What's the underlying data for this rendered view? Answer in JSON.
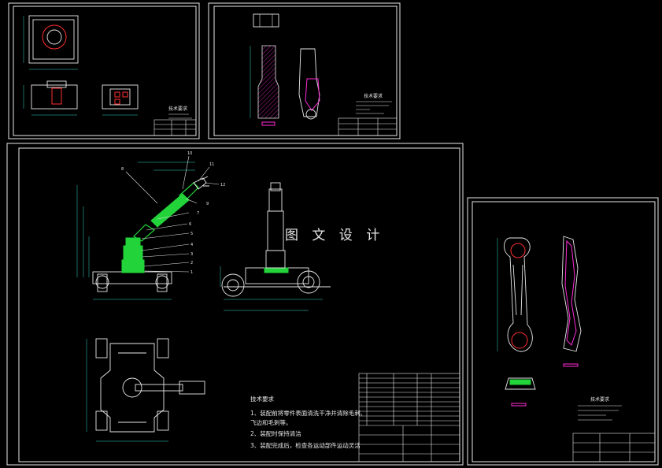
{
  "watermark": "图 文 设 计",
  "assembly": {
    "requirements_title": "技术要求",
    "requirements": [
      "1、装配前将零件表面清洗干净并清除毛刺、",
      "   飞边和毛刺等。",
      "2、装配时保持清洁",
      "3、装配完成后，检查各运动部件运动灵活"
    ],
    "balloons": [
      "1",
      "2",
      "3",
      "4",
      "5",
      "6",
      "7",
      "8",
      "9",
      "10",
      "11",
      "12"
    ]
  },
  "sheet_top_left": {
    "note_title": "技术要求"
  },
  "sheet_top_mid": {
    "note_title": "技术要求"
  },
  "sheet_right": {
    "note_title": "技术要求"
  },
  "colors": {
    "background": "#000000",
    "outline": "#e8e8e8",
    "highlight": "#22d33a",
    "dimension": "#35d6c8",
    "section": "#ff2bd6"
  }
}
